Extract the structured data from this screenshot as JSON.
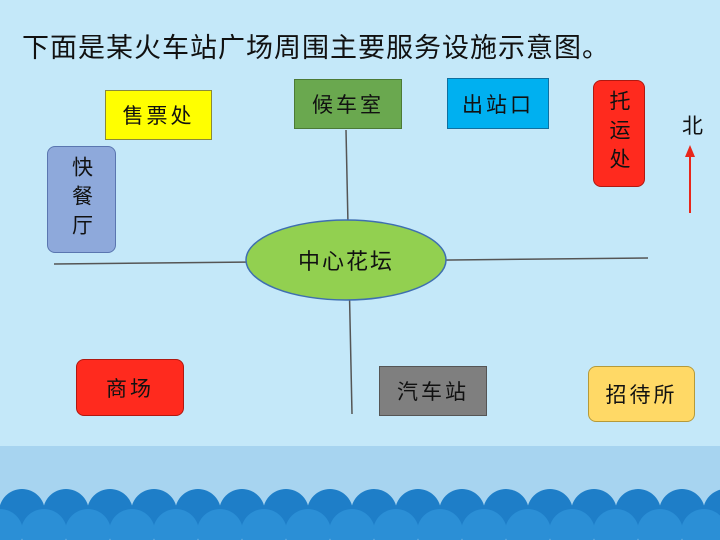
{
  "title": "下面是某火车站广场周围主要服务设施示意图。",
  "center": "中心花坛",
  "north": "北",
  "facilities": {
    "ticket_office": "售票处",
    "waiting_room": "候车室",
    "exit": "出站口",
    "baggage": "托运处",
    "fast_food": "快餐厅",
    "mall": "商场",
    "bus_station": "汽车站",
    "guesthouse": "招待所"
  },
  "colors": {
    "background": "#c4e8f9",
    "ticket_office": "#ffff00",
    "waiting_room": "#6aa84f",
    "exit": "#00b0f0",
    "baggage": "#ff2a1e",
    "fast_food": "#8ea9db",
    "mall": "#ff2a1e",
    "bus_station": "#7f7f7f",
    "guesthouse": "#ffd966",
    "center": "#92d050",
    "north_arrow": "#e8261a"
  }
}
